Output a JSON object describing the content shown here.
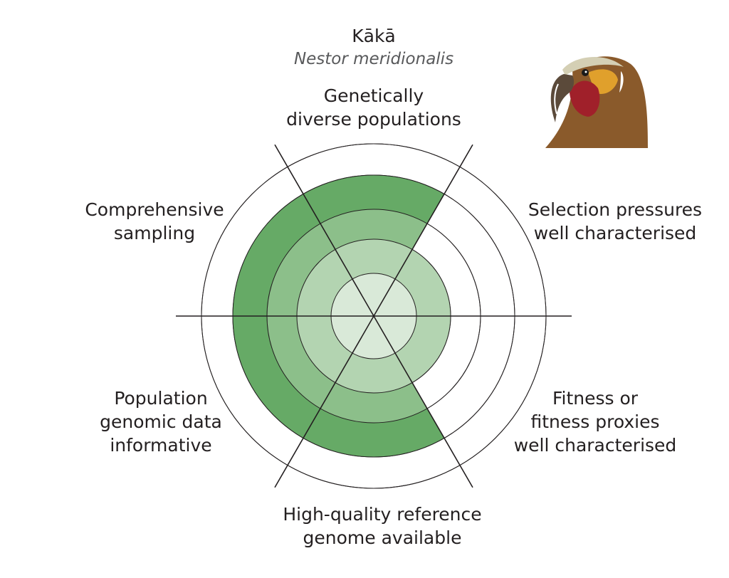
{
  "species": {
    "common_name": "Kākā",
    "scientific_name": "Nestor meridionalis"
  },
  "chart_data": {
    "type": "radar",
    "scale_levels": 5,
    "axes": [
      {
        "label_lines": [
          "Genetically",
          "diverse populations"
        ],
        "value": 4
      },
      {
        "label_lines": [
          "Selection pressures",
          "well characterised"
        ],
        "value": 2
      },
      {
        "label_lines": [
          "Fitness or",
          "fitness proxies",
          "well characterised"
        ],
        "value": 2
      },
      {
        "label_lines": [
          "High-quality reference",
          "genome available"
        ],
        "value": 4
      },
      {
        "label_lines": [
          "Population",
          "genomic data",
          "informative"
        ],
        "value": 4
      },
      {
        "label_lines": [
          "Comprehensive",
          "sampling"
        ],
        "value": 4
      }
    ],
    "level_colors": [
      "#d9e9d8",
      "#b3d4b1",
      "#8cbf8a",
      "#66aa66",
      "#ffffff"
    ],
    "grid": true
  },
  "illustration": {
    "icon": "kaka-parrot-head-icon",
    "colors": {
      "plumage": "#8a5a2b",
      "crown": "#d4cfb4",
      "cheek": "#e0a02c",
      "throat": "#a0202a",
      "beak": "#5b4a3a"
    }
  }
}
